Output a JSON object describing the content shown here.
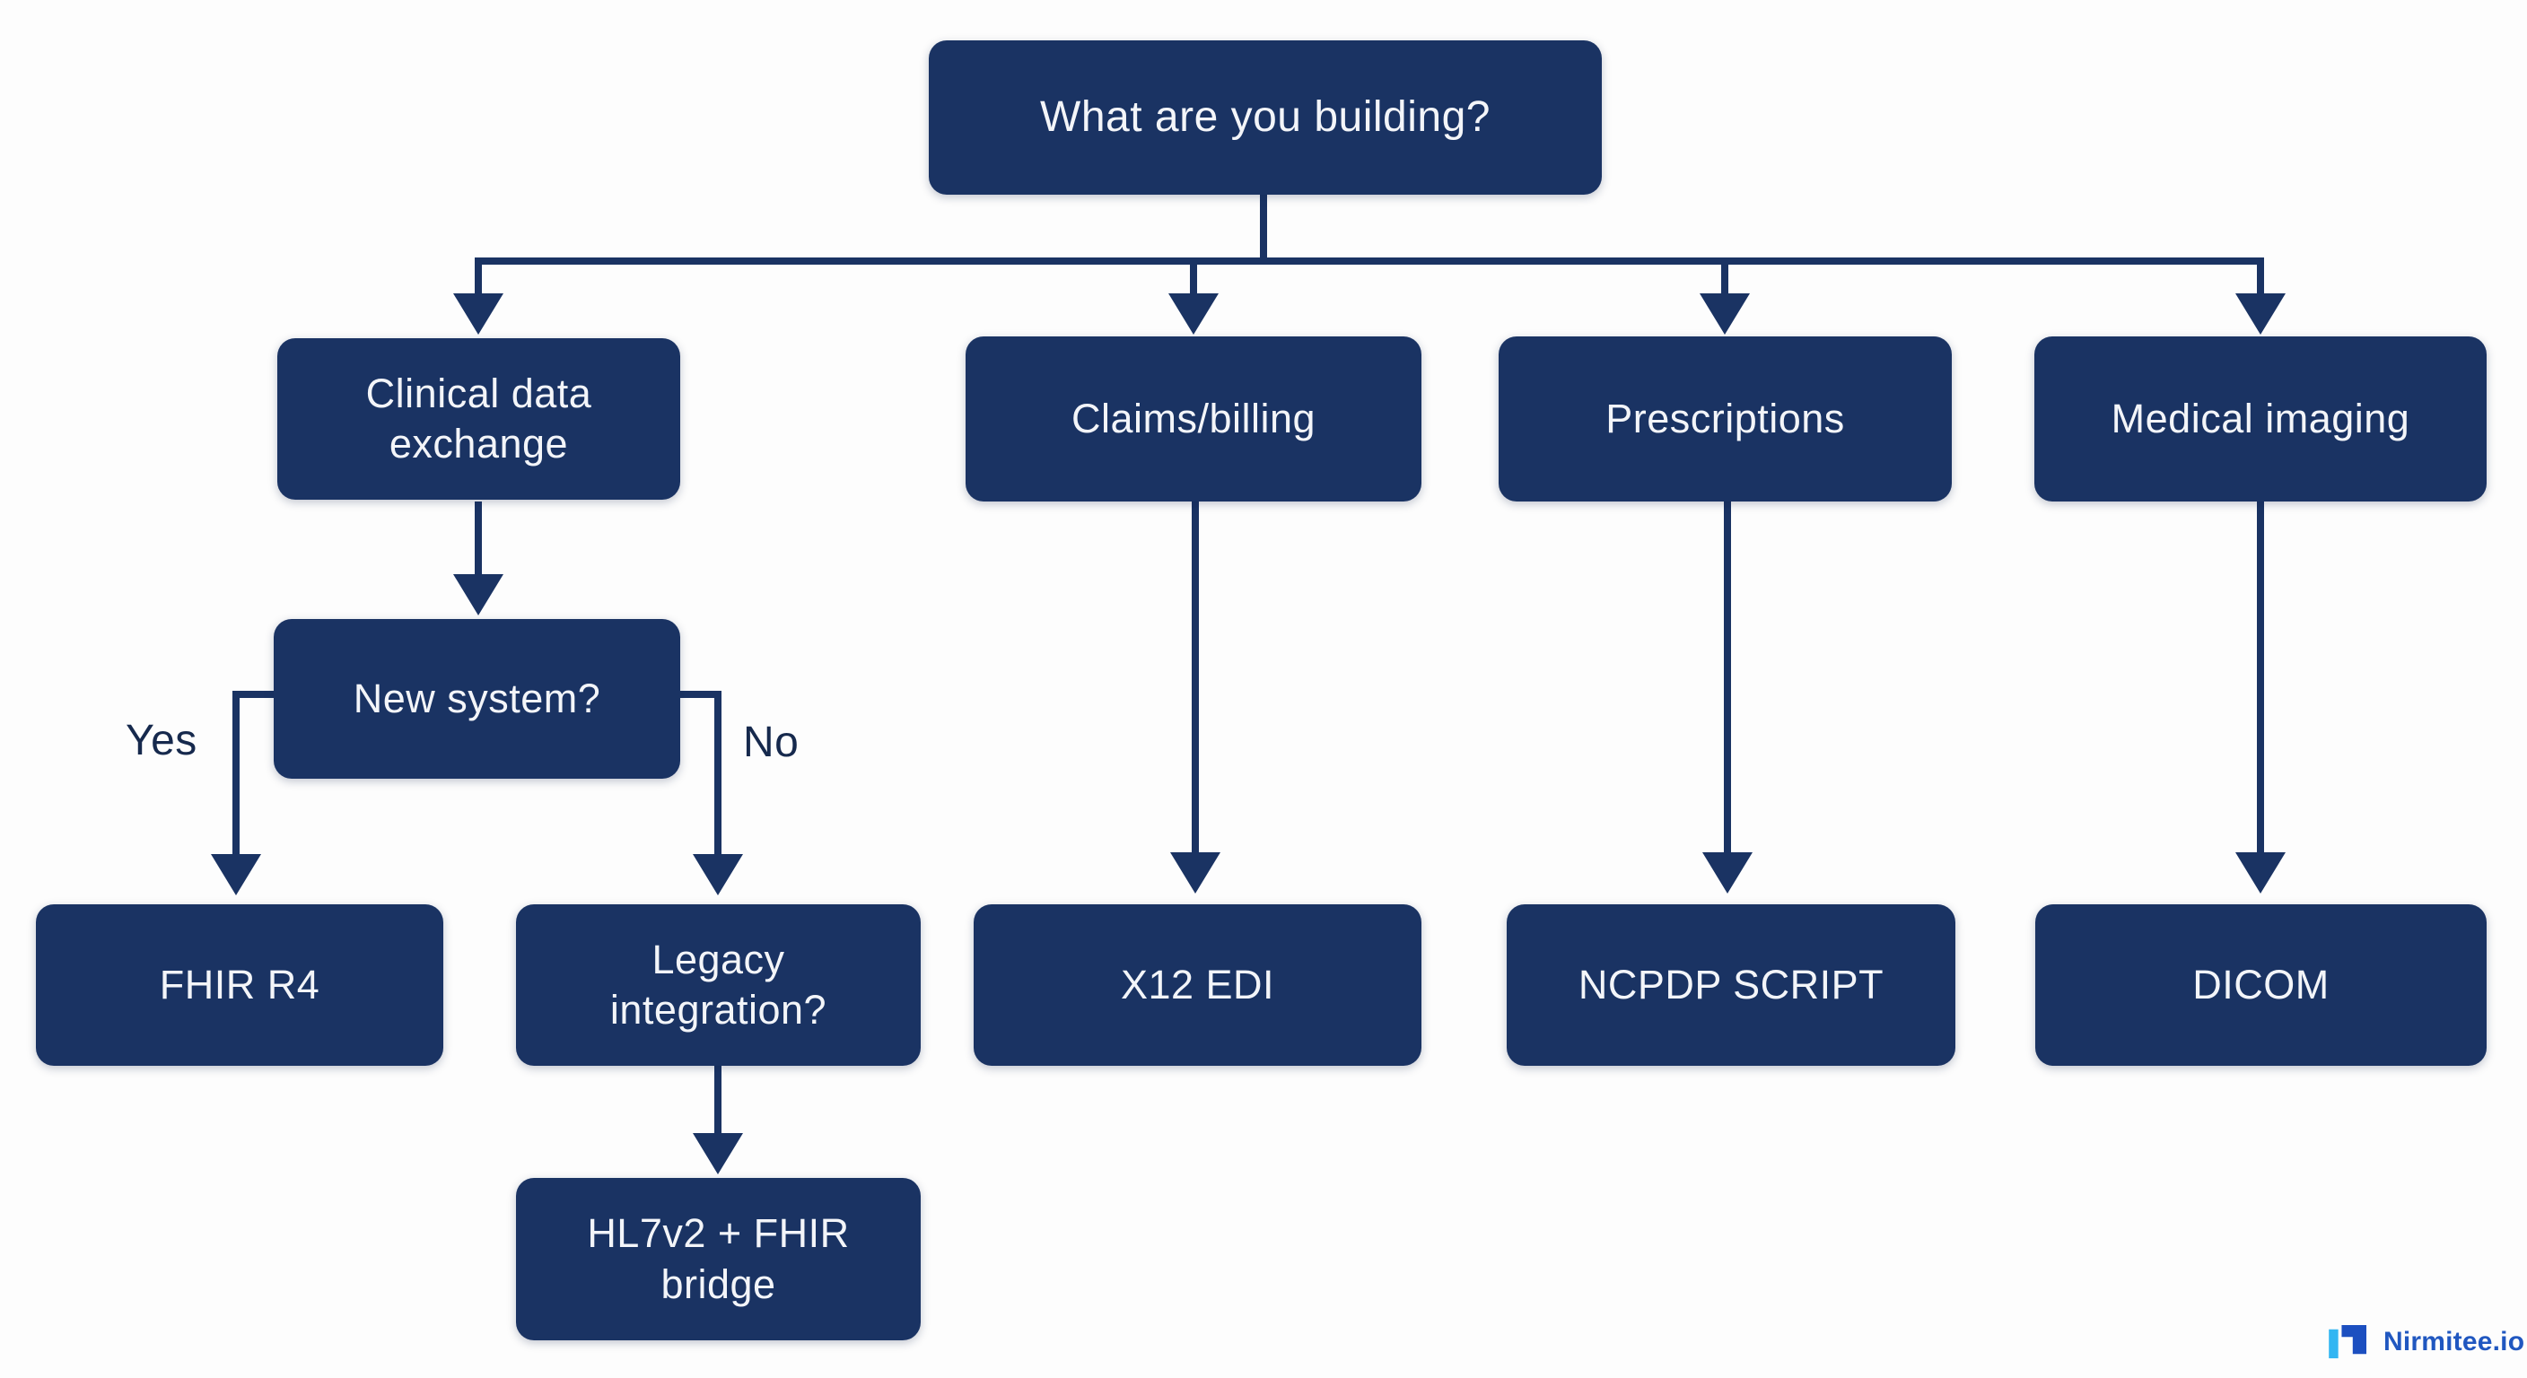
{
  "flowchart": {
    "nodes": {
      "root": "What are you building?",
      "clinical": "Clinical data exchange",
      "claims": "Claims/billing",
      "prescriptions": "Prescriptions",
      "imaging": "Medical imaging",
      "new_system": "New system?",
      "fhir_r4": "FHIR R4",
      "legacy": "Legacy integration?",
      "bridge": "HL7v2 + FHIR bridge",
      "x12": "X12 EDI",
      "ncpdp": "NCPDP SCRIPT",
      "dicom": "DICOM"
    },
    "edge_labels": {
      "yes": "Yes",
      "no": "No"
    },
    "edges": [
      {
        "from": "root",
        "to": "clinical"
      },
      {
        "from": "root",
        "to": "claims"
      },
      {
        "from": "root",
        "to": "prescriptions"
      },
      {
        "from": "root",
        "to": "imaging"
      },
      {
        "from": "clinical",
        "to": "new_system"
      },
      {
        "from": "new_system",
        "to": "fhir_r4",
        "label": "Yes"
      },
      {
        "from": "new_system",
        "to": "legacy",
        "label": "No"
      },
      {
        "from": "legacy",
        "to": "bridge"
      },
      {
        "from": "claims",
        "to": "x12"
      },
      {
        "from": "prescriptions",
        "to": "ncpdp"
      },
      {
        "from": "imaging",
        "to": "dicom"
      }
    ],
    "colors": {
      "node": "#1a3363",
      "line": "#1a3363",
      "node_text": "#f3f5f9",
      "background": "#fdfdfd",
      "edge_label_text": "#16294d",
      "logo_light_blue": "#33b6f2",
      "logo_dark_blue": "#1c4fc0",
      "logo_text_blue": "#2057c0"
    }
  },
  "footer": {
    "brand": "Nirmitee.io"
  }
}
